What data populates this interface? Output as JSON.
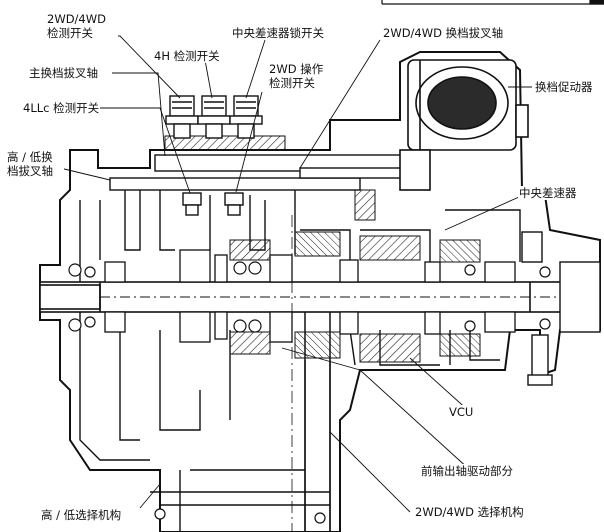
{
  "labels": {
    "sensor_2wd4wd": "2WD/4WD\n检测开关",
    "sensor_4h": "4H 检测开关",
    "center_diff_lock": "中央差速器锁开关",
    "shift_fork_2wd4wd": "2WD/4WD 换档拔叉轴",
    "main_fork_shaft": "主换档拔叉轴",
    "sensor_2wd_op": "2WD 操作\n检测开关",
    "shift_actuator": "换档促动器",
    "sensor_4llc": "4LLc 检测开关",
    "hi_lo_fork_shaft": "高 / 低换\n档拔叉轴",
    "center_diff": "中央差速器",
    "vcu": "VCU",
    "front_output_drive": "前输出轴驱动部分",
    "hi_lo_select": "高 / 低选择机构",
    "select_2wd4wd": "2WD/4WD 选择机构"
  }
}
